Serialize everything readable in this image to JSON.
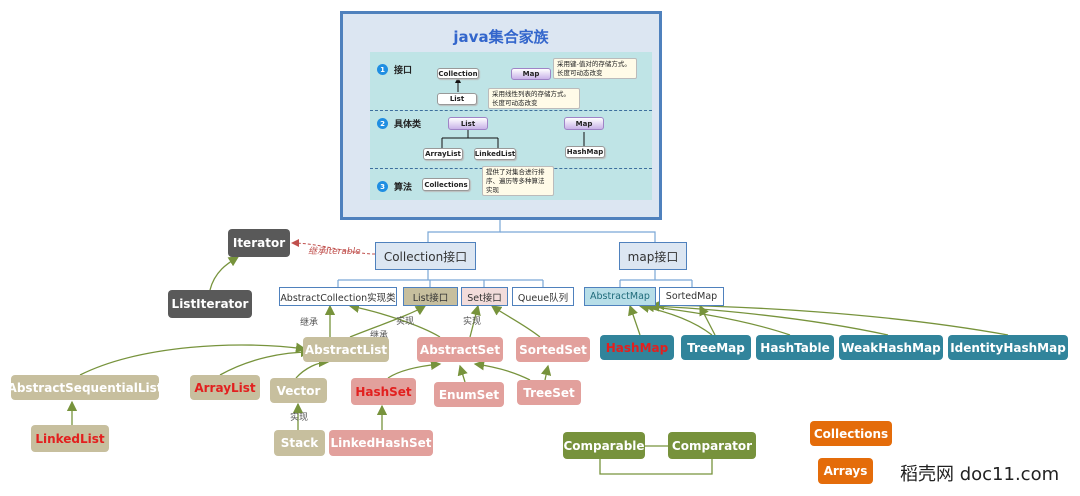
{
  "panel": {
    "title": "java集合家族",
    "sections": [
      {
        "num": "1",
        "label": "接口"
      },
      {
        "num": "2",
        "label": "具体类"
      },
      {
        "num": "3",
        "label": "算法"
      }
    ],
    "collection": "Collection",
    "map": "Map",
    "list": "List",
    "list2": "List",
    "map2": "Map",
    "arraylist": "ArrayList",
    "linkedlist": "LinkedList",
    "hashmap": "HashMap",
    "collections": "Collections",
    "note_map": "采用键-值对的存储方式。长度可动态改变",
    "note_list": "采用线性列表的存储方式。长度可动态改变",
    "note_algo": "提供了对集合进行排序、遍历等多种算法实现"
  },
  "nodes": {
    "iterator": "Iterator",
    "listiterator": "ListIterator",
    "collection_if": "Collection接口",
    "map_if": "map接口",
    "abstract_collection": "AbstractCollection实现类",
    "list_if": "List接口",
    "set_if": "Set接口",
    "queue": "Queue队列",
    "abstract_map": "AbstractMap",
    "sorted_map": "SortedMap",
    "abstract_list": "AbstractList",
    "abstract_set": "AbstractSet",
    "sorted_set": "SortedSet",
    "hashmap": "HashMap",
    "treemap": "TreeMap",
    "hashtable": "HashTable",
    "weakhashmap": "WeakHashMap",
    "identityhashmap": "IdentityHashMap",
    "abstract_sequential_list": "AbstractSequentialList",
    "arraylist": "ArrayList",
    "vector": "Vector",
    "hashset": "HashSet",
    "enumset": "EnumSet",
    "treeset": "TreeSet",
    "linkedlist": "LinkedList",
    "stack": "Stack",
    "linkedhashset": "LinkedHashSet",
    "comparable": "Comparable",
    "comparator": "Comparator",
    "collections": "Collections",
    "arrays": "Arrays"
  },
  "edge_labels": {
    "inherit_iterable": "继承Iterable",
    "inherit1": "继承",
    "impl1": "实现",
    "inherit2": "继承",
    "impl2": "实现",
    "impl3": "实现"
  },
  "watermark": "稻壳网 doc11.com",
  "colors": {
    "dark": "#595959",
    "beige": "#c7bf9e",
    "pink": "#e2a09c",
    "teal": "#31849b",
    "olive_green": "#77923c",
    "orange": "#e46c0a",
    "interface_fill": "#dce6f2",
    "interface_border": "#4f81bd",
    "highlight_red": "#e2201f",
    "panel_bg": "#dce6f2",
    "panel_inner": "#bfe4e6"
  }
}
